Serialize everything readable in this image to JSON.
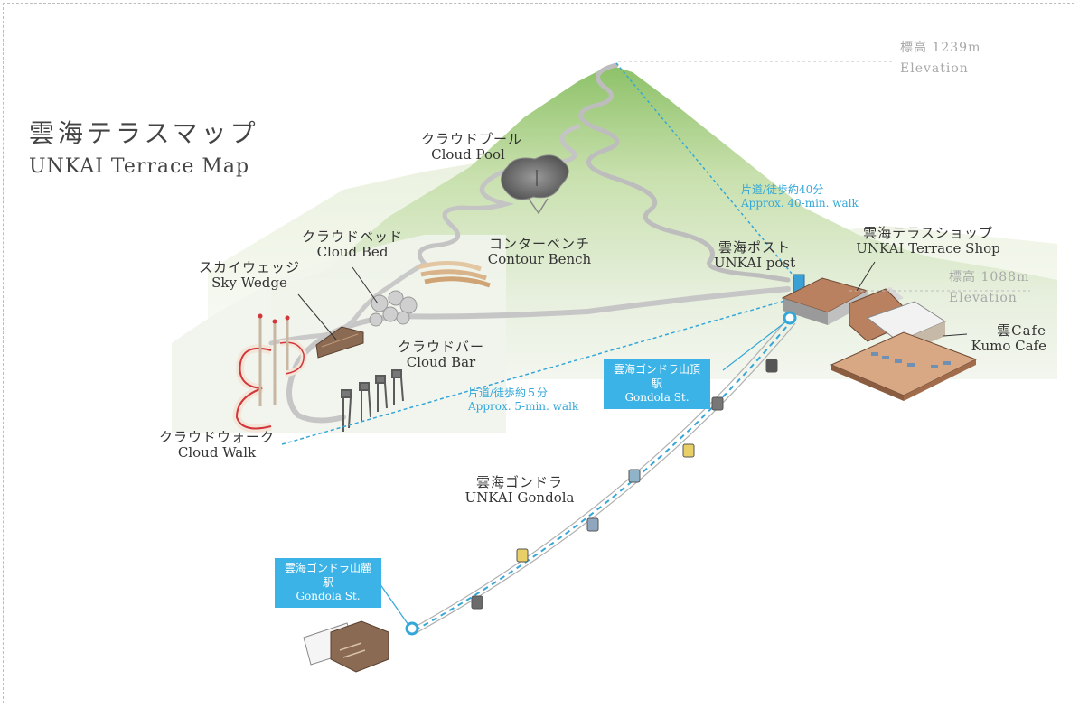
{
  "title": {
    "jp": "雲海テラスマップ",
    "en": "UNKAI Terrace Map"
  },
  "elevation_top": {
    "value": "標高 1239m",
    "label": "Elevation"
  },
  "elevation_mid": {
    "value": "標高 1088m",
    "label": "Elevation"
  },
  "walk_top": {
    "jp": "片道/徒歩約40分",
    "en": "Approx. 40-min. walk"
  },
  "walk_bottom": {
    "jp": "片道/徒歩約５分",
    "en": "Approx. 5-min. walk"
  },
  "places": {
    "cloud_pool": {
      "jp": "クラウドプール",
      "en": "Cloud Pool"
    },
    "cloud_bed": {
      "jp": "クラウドベッド",
      "en": "Cloud Bed"
    },
    "contour_bench": {
      "jp": "コンターベンチ",
      "en": "Contour Bench"
    },
    "sky_wedge": {
      "jp": "スカイウェッジ",
      "en": "Sky Wedge"
    },
    "cloud_bar": {
      "jp": "クラウドバー",
      "en": "Cloud Bar"
    },
    "cloud_walk": {
      "jp": "クラウドウォーク",
      "en": "Cloud Walk"
    },
    "unkai_post": {
      "jp": "雲海ポスト",
      "en": "UNKAI post"
    },
    "terrace_shop": {
      "jp": "雲海テラスショップ",
      "en": "UNKAI Terrace Shop"
    },
    "kumo_cafe": {
      "jp": "雲Cafe",
      "en": "Kumo Cafe"
    },
    "gondola": {
      "jp": "雲海ゴンドラ",
      "en": "UNKAI Gondola"
    }
  },
  "stations": {
    "summit": {
      "jp": "雲海ゴンドラ山頂駅",
      "en": "Gondola St."
    },
    "base": {
      "jp": "雲海ゴンドラ山麓駅",
      "en": "Gondola St."
    }
  },
  "colors": {
    "walk_line": "#34a7d8",
    "station_box": "#3cb3e6",
    "mountain_green": "#8fc46a",
    "path_gray": "#bdbdbd"
  }
}
